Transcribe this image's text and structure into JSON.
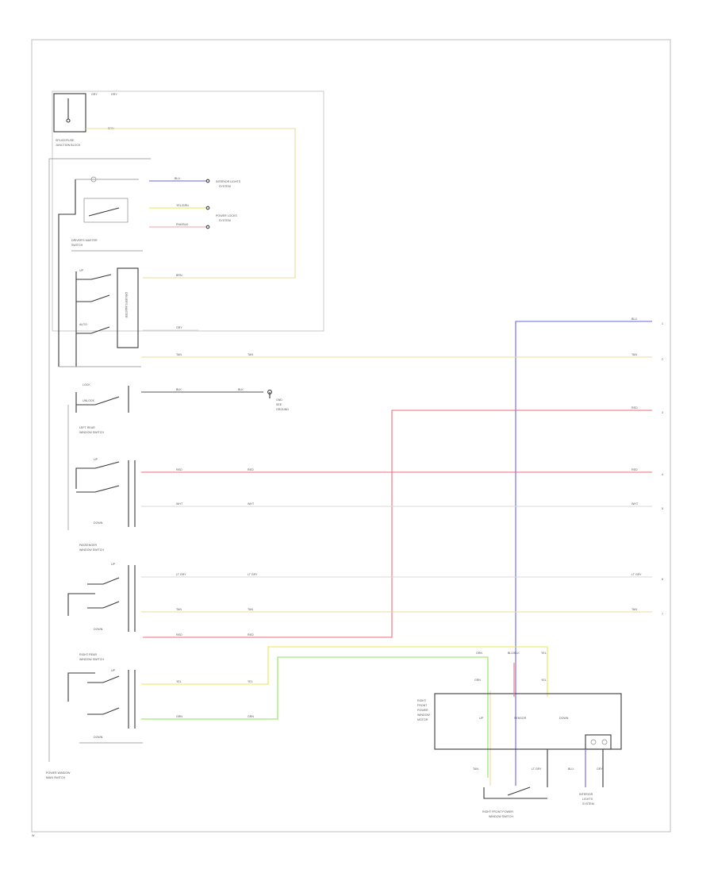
{
  "page_code": "W",
  "colors": {
    "wire_blue": "#6464f0",
    "wire_tan": "#eed8a0",
    "wire_red": "#f56a78",
    "wire_light_gray": "#d9d9d9",
    "wire_yellow": "#e8e850",
    "wire_green": "#8ae65a",
    "wire_pink": "#f0a0b0",
    "frame_gray": "#c8c8c8",
    "component_dark": "#3a3a3a"
  },
  "components": {
    "fuse_box_label": [
      "SPLICE/FUSE",
      "JUNCTION BLOCK"
    ],
    "driver_master_label": [
      "DRIVER'S MASTER",
      "SWITCH"
    ],
    "left_rear_label": [
      "LEFT REAR",
      "WINDOW SWITCH"
    ],
    "passenger_label": [
      "PASSENGER",
      "WINDOW SWITCH"
    ],
    "right_rear_label": [
      "RIGHT REAR",
      "WINDOW SWITCH"
    ],
    "power_window_bottom_label": [
      "POWER WINDOW",
      "MAIN SWITCH"
    ],
    "right_front_motor_label": [
      "RIGHT",
      "FRONT",
      "POWER",
      "WINDOW",
      "MOTOR"
    ],
    "right_front_switch_label": [
      "RIGHT FRONT POWER",
      "WINDOW SWITCH"
    ],
    "interior_lights_bottom_label": [
      "INTERIOR",
      "LIGHTS",
      "SYSTEM"
    ],
    "interior_lights_label": [
      "INTERIOR LIGHTS",
      "SYSTEM"
    ],
    "power_locks_label": [
      "POWER LOCKS",
      "SYSTEM"
    ],
    "ground_label": [
      "GND",
      "SEE",
      "GROUND"
    ]
  },
  "wire_codes": {
    "fuse_out": "GRY",
    "fuse_feed": "BRN",
    "blue": "BLU",
    "yel_grn": "YEL/GRN",
    "pnk_blk": "PNK/BLK",
    "brn": "BRN",
    "wht": "WHT",
    "blk": "BLK",
    "red": "RED",
    "gry": "GRY",
    "lt_gry": "LT GRY",
    "tan": "TAN",
    "yel": "YEL",
    "grn": "GRN",
    "blu_blk": "BLU/BLK"
  },
  "switch_positions": {
    "up": "UP",
    "down": "DOWN",
    "auto": "AUTO",
    "lock": "LOCK",
    "unlock": "UNLOCK"
  },
  "motor_labels": {
    "up": "UP",
    "down": "DOWN",
    "sensor": "SENSOR"
  },
  "terminals": [
    "1",
    "2",
    "3",
    "4",
    "5",
    "6",
    "7"
  ]
}
